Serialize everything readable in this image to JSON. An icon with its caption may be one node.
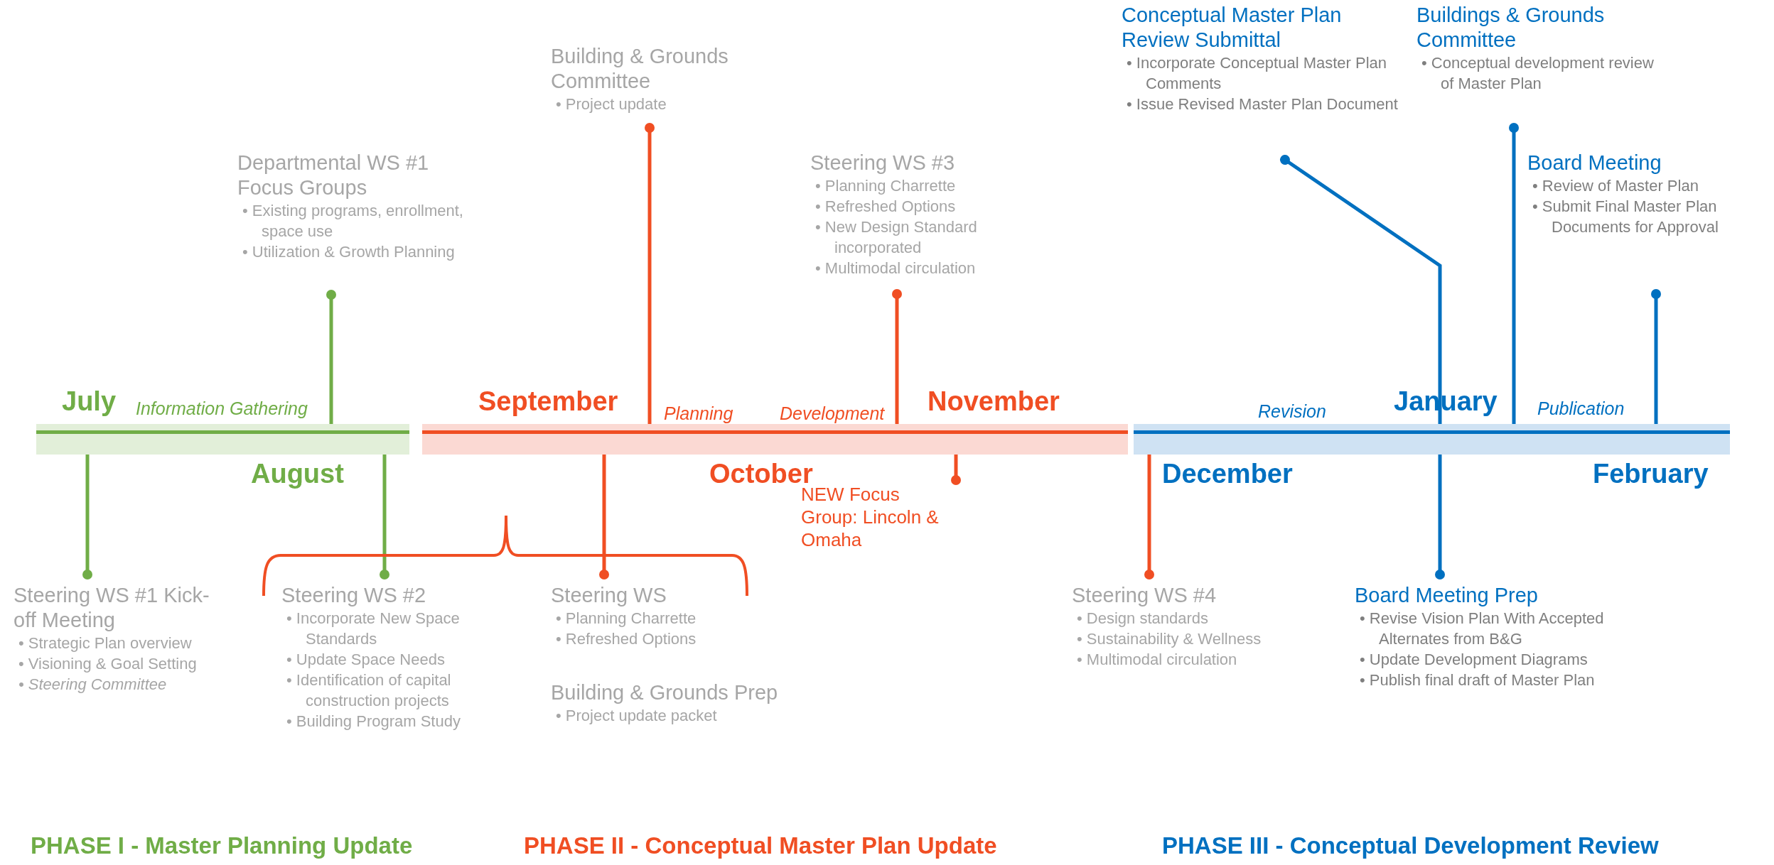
{
  "diagram": {
    "nodes": [
      {
        "text": [
          "July",
          "Information Gathering",
          "August"
        ]
      },
      {
        "text": [
          "September",
          "Planning",
          "Development",
          "November",
          "October"
        ]
      },
      {
        "text": [
          "Revision",
          "January",
          "Publication",
          "December",
          "February"
        ]
      },
      {
        "text": [
          "Departmental WS #1 Focus Groups",
          "• Existing programs, enrollment, space use",
          "• Utilization & Growth Planning"
        ]
      },
      {
        "text": [
          "Building & Grounds Committee",
          "• Project update"
        ]
      },
      {
        "text": [
          "Steering WS #3",
          "• Planning Charrette",
          "• Refreshed Options",
          "• New Design Standard incorporated",
          "• Multimodal circulation"
        ]
      },
      {
        "text": [
          "Conceptual Master Plan Review Submittal",
          "• Incorporate Conceptual Master Plan Comments",
          "• Issue Revised Master Plan Document"
        ]
      },
      {
        "text": [
          "Buildings & Grounds Committee",
          "• Conceptual development review of Master Plan"
        ]
      },
      {
        "text": [
          "Board Meeting",
          "• Review of Master Plan",
          "• Submit Final Master Plan Documents for Approval"
        ]
      },
      {
        "text": [
          "Steering WS #1 Kick-off Meeting",
          "• Strategic Plan overview",
          "• Visioning & Goal Setting",
          "• Steering Committee"
        ]
      },
      {
        "text": [
          "Steering WS #2",
          "• Incorporate New Space Standards",
          "• Update Space Needs",
          "• Identification of capital construction projects",
          "• Building Program Study"
        ]
      },
      {
        "text": [
          "Steering WS",
          "• Planning Charrette",
          "• Refreshed Options"
        ]
      },
      {
        "text": [
          "Building & Grounds Prep",
          "• Project update packet"
        ]
      },
      {
        "text": [
          "NEW Focus Group: Lincoln & Omaha"
        ]
      },
      {
        "text": [
          "Steering WS #4",
          "• Design standards",
          "• Sustainability & Wellness",
          "• Multimodal circulation"
        ]
      },
      {
        "text": [
          "Board Meeting Prep",
          "• Revise Vision Plan With Accepted Alternates from B&G",
          "• Update Development Diagrams",
          "• Publish final draft of Master Plan"
        ]
      }
    ],
    "edges": [
      {
        "from": 3,
        "to": 0,
        "arrow": "other",
        "color": "#70ad47"
      },
      {
        "from": 9,
        "to": 0,
        "arrow": "other",
        "color": "#70ad47"
      },
      {
        "from": 10,
        "to": 0,
        "arrow": "other",
        "color": "#70ad47"
      },
      {
        "from": 4,
        "to": 1,
        "arrow": "other",
        "color": "#f04e23"
      },
      {
        "from": 11,
        "to": 1,
        "arrow": "other",
        "color": "#f04e23"
      },
      {
        "from": 5,
        "to": 1,
        "arrow": "other",
        "color": "#f04e23"
      },
      {
        "from": 13,
        "to": 1,
        "arrow": "other",
        "color": "#f04e23"
      },
      {
        "from": 14,
        "to": 2,
        "arrow": "other",
        "color": "#f04e23"
      },
      {
        "from": 6,
        "to": 2,
        "arrow": "other",
        "color": "#0070c0"
      },
      {
        "from": 15,
        "to": 2,
        "arrow": "other",
        "color": "#0070c0"
      },
      {
        "from": 7,
        "to": 2,
        "arrow": "other",
        "color": "#0070c0"
      },
      {
        "from": 8,
        "to": 2,
        "arrow": "other",
        "color": "#0070c0"
      }
    ],
    "labels": [
      "PHASE I - Master Planning Update",
      "PHASE II - Conceptual Master Plan Update",
      "PHASE III - Conceptual Development Review"
    ]
  }
}
